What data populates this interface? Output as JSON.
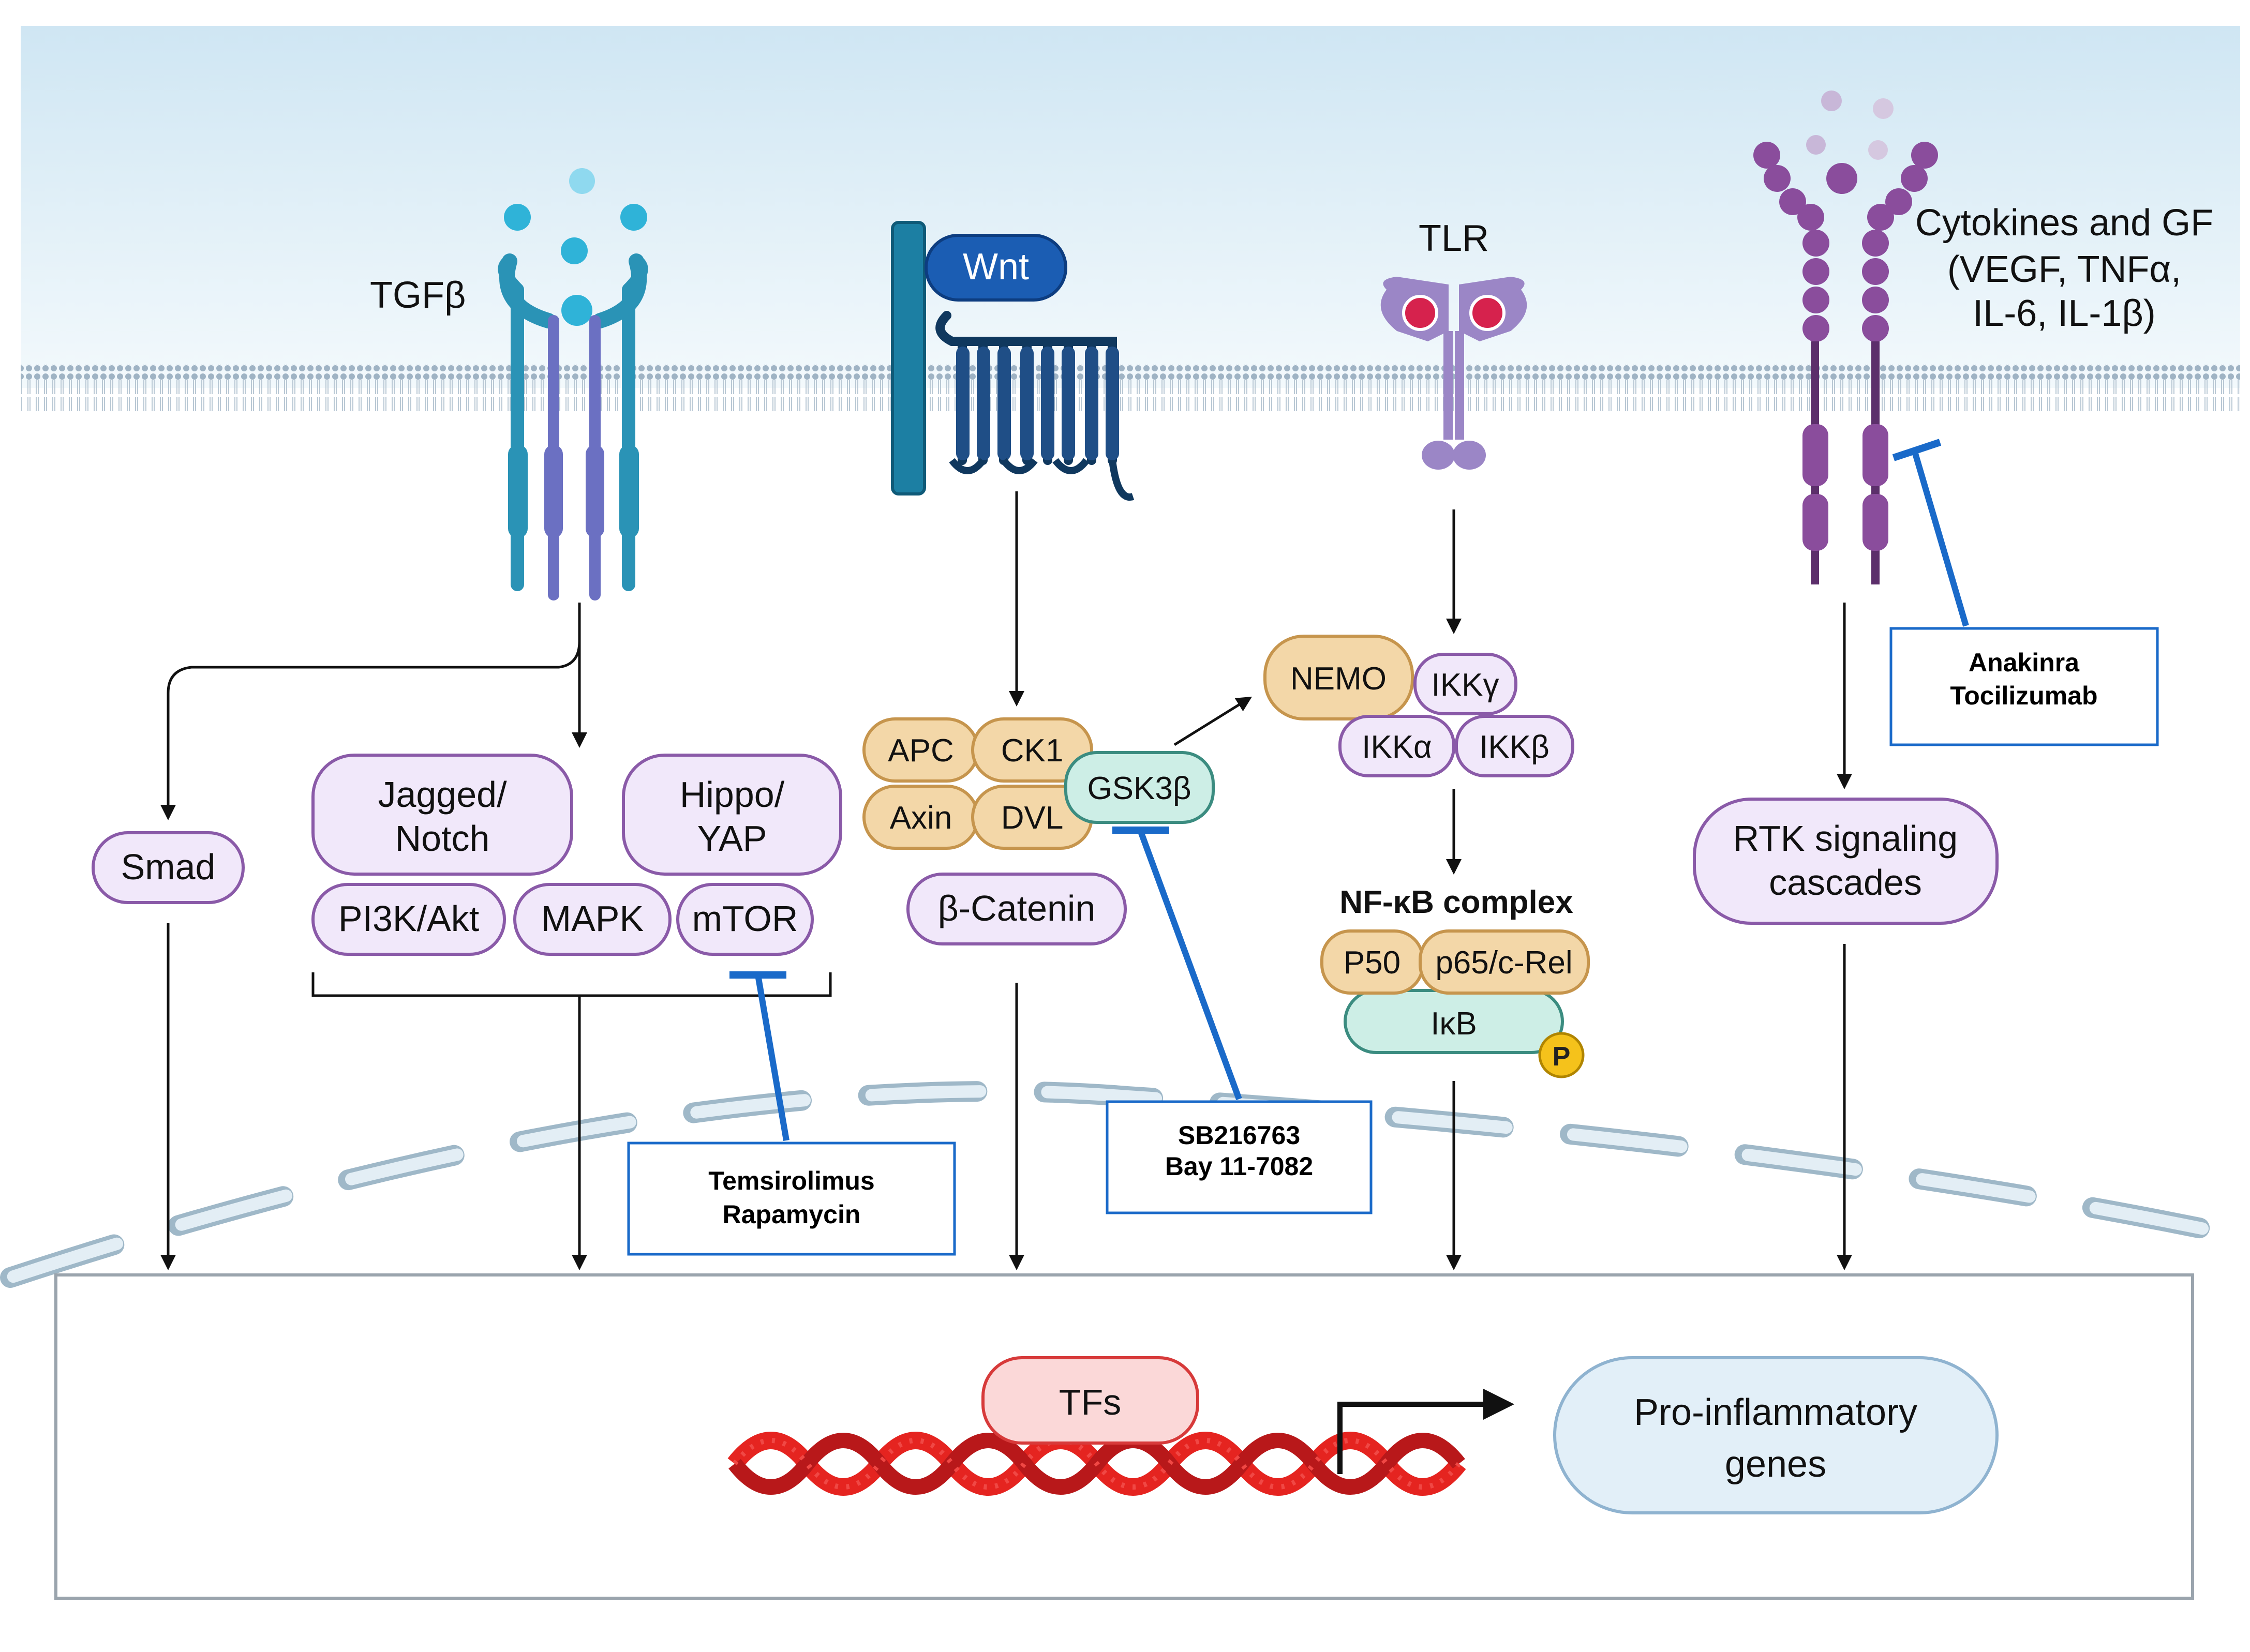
{
  "receptors": {
    "tgfb": "TGFβ",
    "wnt": "Wnt",
    "tlr": "TLR",
    "cytokines_line1": "Cytokines and GF",
    "cytokines_line2": "(VEGF, TNFα,",
    "cytokines_line3": "IL-6, IL-1β)"
  },
  "tgfb_pathway": {
    "smad": "Smad",
    "jagged_line1": "Jagged/",
    "jagged_line2": "Notch",
    "hippo_line1": "Hippo/",
    "hippo_line2": "YAP",
    "pi3k": "PI3K/Akt",
    "mapk": "MAPK",
    "mtor": "mTOR"
  },
  "wnt_pathway": {
    "apc": "APC",
    "ck1": "CK1",
    "axin": "Axin",
    "dvl": "DVL",
    "gsk3b": "GSK3β",
    "bcatenin": "β-Catenin"
  },
  "tlr_pathway": {
    "nemo": "NEMO",
    "ikkg": "IKKγ",
    "ikka": "IKKα",
    "ikkb": "IKKβ",
    "nfkb_title": "NF-κB complex",
    "p50": "P50",
    "p65": "p65/c-Rel",
    "ikb": "IκB",
    "phospho": "P"
  },
  "rtk_pathway": {
    "rtk_line1": "RTK signaling",
    "rtk_line2": "cascades"
  },
  "inhibitors": {
    "mtor_drug1": "Temsirolimus",
    "mtor_drug2": "Rapamycin",
    "gsk_drug1": "SB216763",
    "gsk_drug2": "Bay 11-7082",
    "cyto_drug1": "Anakinra",
    "cyto_drug2": "Tocilizumab"
  },
  "nucleus": {
    "tfs": "TFs",
    "genes_line1": "Pro-inflammatory",
    "genes_line2": "genes"
  },
  "colors": {
    "purple_fill": "#f1e8fa",
    "purple_stroke": "#8a5aa8",
    "orange_fill": "#f3d7a8",
    "orange_stroke": "#c6954d",
    "teal_fill": "#cdeee6",
    "teal_stroke": "#3b8c80",
    "inhibitor_blue": "#1a6ac9",
    "dna_red": "#e52420",
    "tfs_fill": "#fbd8d8"
  }
}
